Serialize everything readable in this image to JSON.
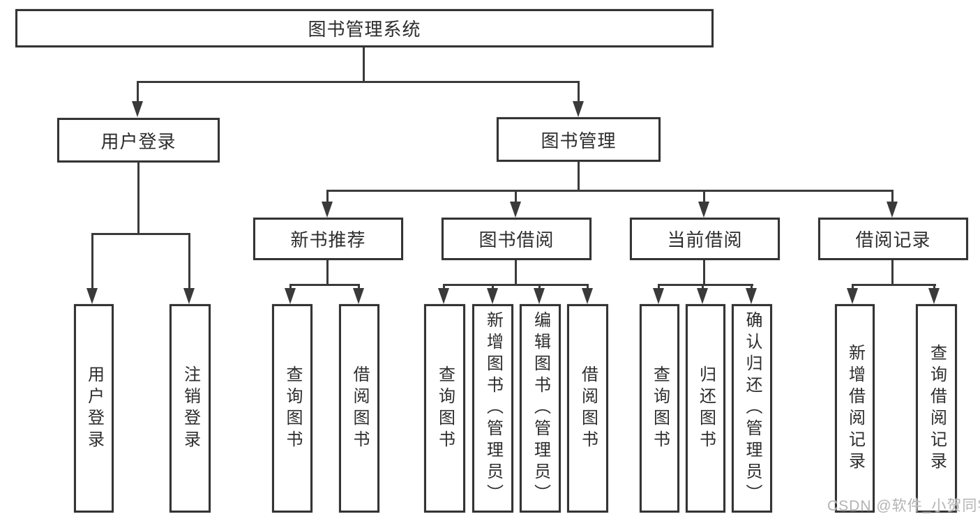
{
  "diagram": {
    "title": "图书管理系统",
    "level2": [
      {
        "label": "用户登录"
      },
      {
        "label": "图书管理"
      }
    ],
    "level3": [
      {
        "label": "新书推荐",
        "parent": "图书管理"
      },
      {
        "label": "图书借阅",
        "parent": "图书管理"
      },
      {
        "label": "当前借阅",
        "parent": "图书管理"
      },
      {
        "label": "借阅记录",
        "parent": "图书管理"
      }
    ],
    "leaves": [
      {
        "label": "用户登录",
        "parent": "用户登录"
      },
      {
        "label": "注销登录",
        "parent": "用户登录"
      },
      {
        "label": "查询图书",
        "parent": "新书推荐"
      },
      {
        "label": "借阅图书",
        "parent": "新书推荐"
      },
      {
        "label": "查询图书",
        "parent": "图书借阅"
      },
      {
        "label": "新增图书（管理员）",
        "parent": "图书借阅"
      },
      {
        "label": "编辑图书（管理员）",
        "parent": "图书借阅"
      },
      {
        "label": "借阅图书",
        "parent": "图书借阅"
      },
      {
        "label": "查询图书",
        "parent": "当前借阅"
      },
      {
        "label": "归还图书",
        "parent": "当前借阅"
      },
      {
        "label": "确认归还（管理员）",
        "parent": "当前借阅"
      },
      {
        "label": "新增借阅记录",
        "parent": "借阅记录"
      },
      {
        "label": "查询借阅记录",
        "parent": "借阅记录"
      }
    ]
  },
  "watermark": {
    "text": "CSDN @软件_小贺同学"
  },
  "colors": {
    "line": "#3a3a3a",
    "text": "#2d2d2d",
    "watermark": "#b3b3b3",
    "background": "#ffffff"
  }
}
